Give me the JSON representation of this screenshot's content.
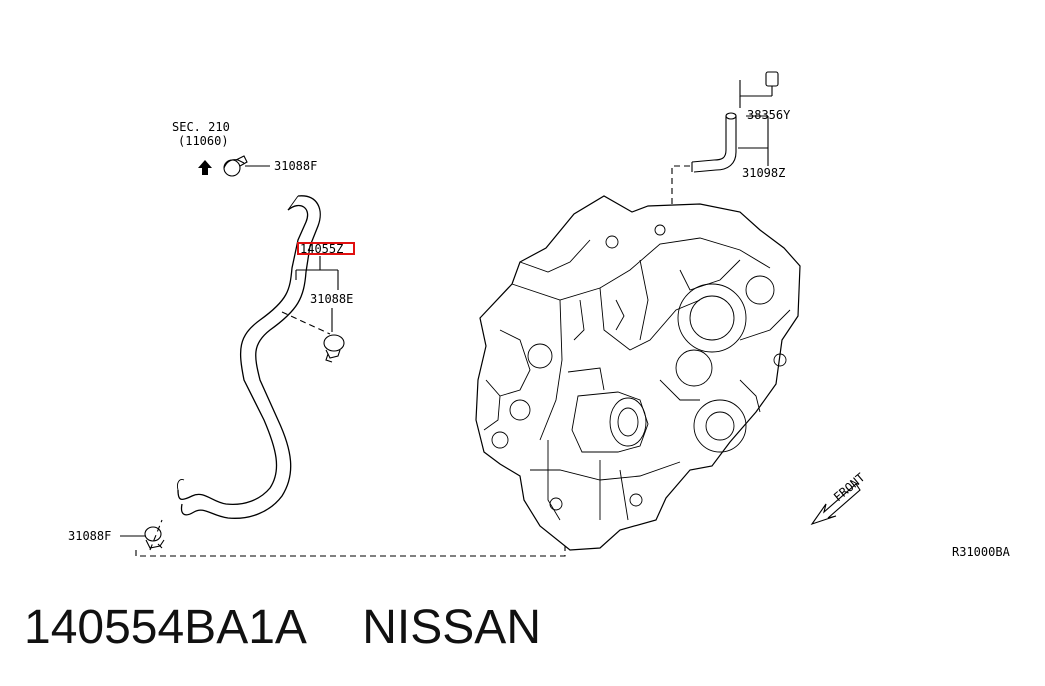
{
  "diagram": {
    "sec_ref": "SEC. 210",
    "sec_ref_sub": "(11060)",
    "labels": {
      "clamp_top": "31088F",
      "hose_part": "14055Z",
      "clamp_mid": "31088E",
      "clamp_bottom": "31088F",
      "cap": "38356Y",
      "breather": "31098Z",
      "front": "FRONT",
      "figure_code": "R31000BA"
    },
    "highlight_color": "#e01010"
  },
  "footer": {
    "part_number": "140554BA1A",
    "brand": "NISSAN"
  }
}
